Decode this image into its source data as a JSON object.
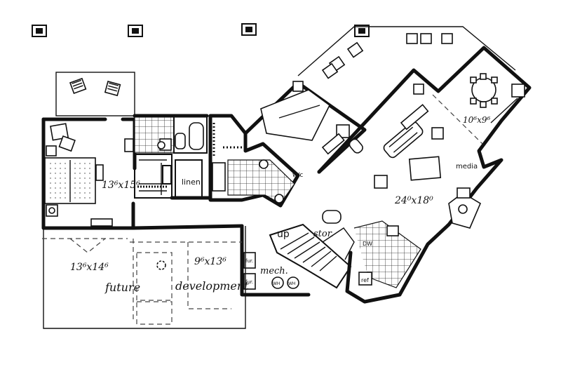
{
  "labels": {
    "master_bedroom_dim": "13⁶x15⁶",
    "dining_dim": "10⁶x9⁶",
    "media_label": "media",
    "great_room_dim": "24⁰x18⁰",
    "linen": "linen",
    "wc": "w/c",
    "stor": "stor.",
    "up": "up",
    "mech": "mech.",
    "future_dim": "13⁶x14⁶",
    "future": "future",
    "development_dim": "9⁶x13⁶",
    "development": "development",
    "furnace_a": "fur.",
    "furnace_b": "fur.",
    "wh_a": "WH",
    "wh_b": "WH",
    "ref": "ref",
    "dw": "DW"
  }
}
